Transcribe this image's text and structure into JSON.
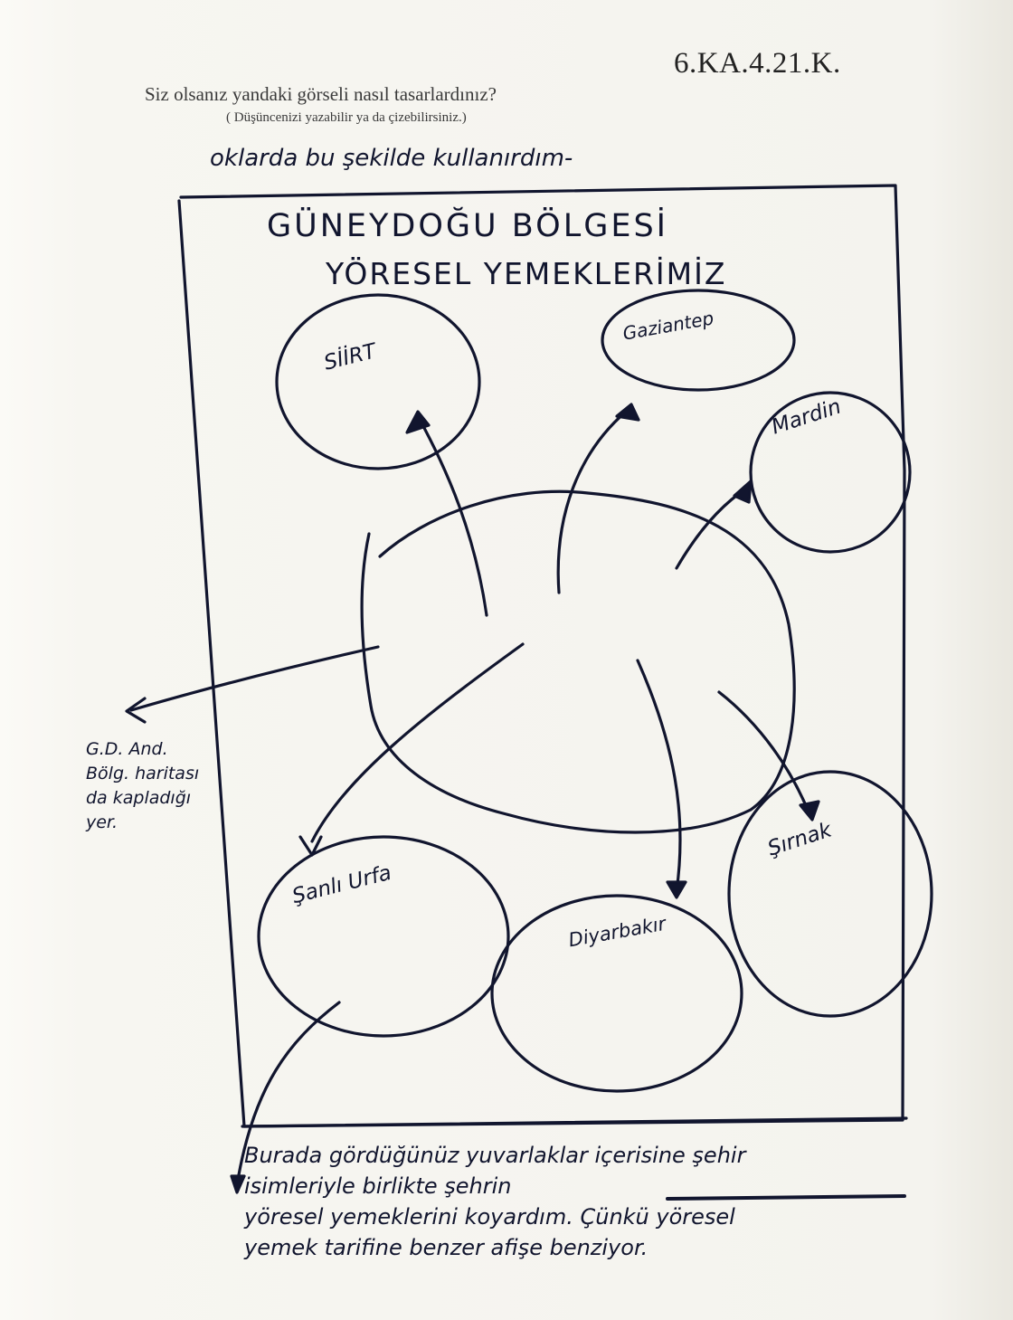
{
  "header": {
    "code": "6.KA.4.21.K.",
    "question": "Siz olsanız yandaki görseli nasıl tasarlardınız?",
    "hint": "( Düşüncenizi yazabilir ya da çizebilirsiniz.)"
  },
  "answer_line": "oklarda bu şekilde kullanırdım-",
  "drawing": {
    "title_line1": "GÜNEYDOĞU BÖLGESİ",
    "title_line2": "YÖRESEL YEMEKLERİMİZ",
    "cities": {
      "siirt": "SİİRT",
      "gaziantep": "Gaziantep",
      "mardin": "Mardin",
      "sanliurfa": "Şanlı Urfa",
      "diyarbakir": "Diyarbakır",
      "sirnak": "Şırnak"
    },
    "side_note": [
      "G.D. And.",
      "Bölg. haritası",
      "da kapladığı",
      "yer."
    ]
  },
  "bottom_note": [
    "Burada gördüğünüz yuvarlaklar içerisine şehir",
    "isimleriyle birlikte şehrin",
    "yöresel yemeklerini koyardım. Çünkü yöresel",
    "yemek tarifine benzer afişe benziyor."
  ],
  "colors": {
    "ink": "#11152e",
    "paper": "#f4f3ee",
    "print": "#3a3a3a"
  }
}
